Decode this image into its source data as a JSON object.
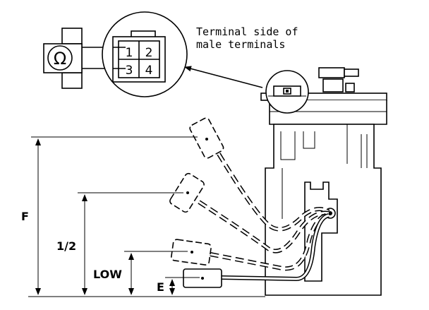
{
  "callout": {
    "line1": "Terminal side of",
    "line2": "male terminals"
  },
  "meter": {
    "symbol": "Ω"
  },
  "connector": {
    "pins": [
      "1",
      "2",
      "3",
      "4"
    ]
  },
  "levels": {
    "F": "F",
    "half": "1/2",
    "low": "LOW",
    "E": "E"
  },
  "colors": {
    "line": "#000000",
    "background": "#ffffff"
  }
}
